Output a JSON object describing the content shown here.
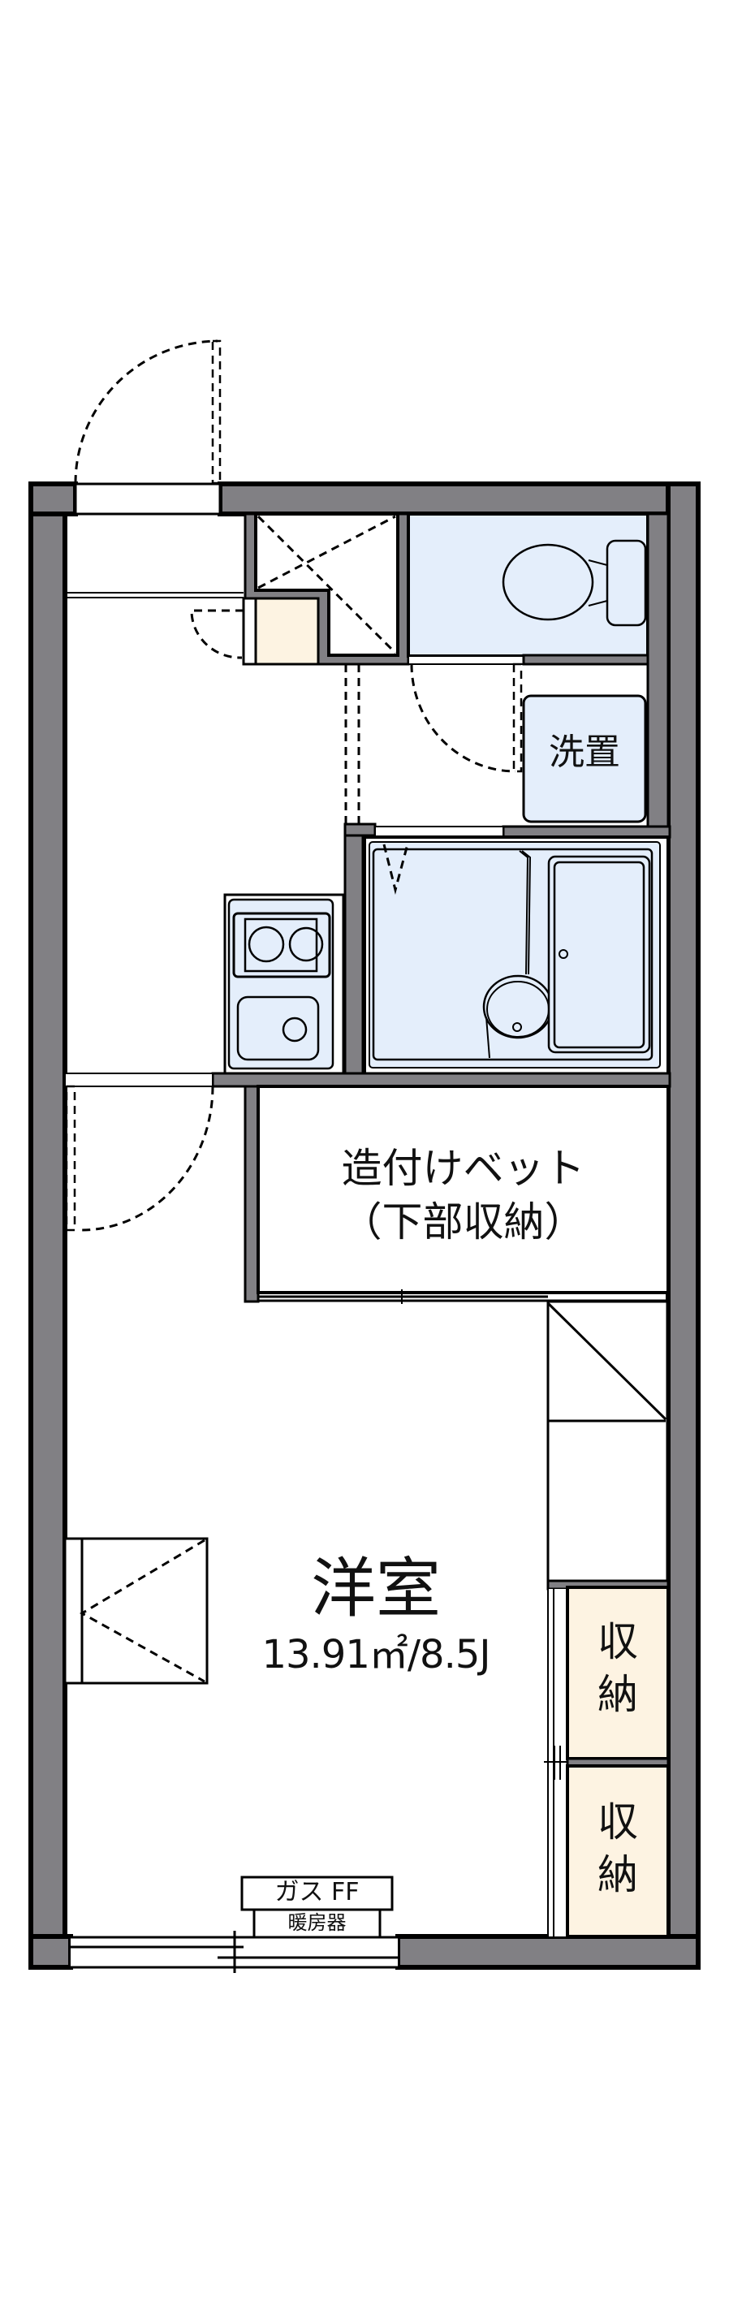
{
  "floorplan": {
    "colors": {
      "wall": "#818084",
      "wet_area": "#e4eefb",
      "storage": "#fdf3e2",
      "outline": "#000000"
    },
    "rooms": {
      "main_room": {
        "name": "洋室",
        "area": "13.91㎡/8.5J"
      },
      "loft_bed": {
        "line1": "造付けベット",
        "line2": "（下部収納）"
      },
      "laundry": {
        "label": "洗置"
      },
      "closet_upper": {
        "line1": "収",
        "line2": "納"
      },
      "closet_lower": {
        "line1": "収",
        "line2": "納"
      }
    },
    "equipment": {
      "heater_top": "ガス FF",
      "heater_bottom": "暖房器"
    }
  }
}
